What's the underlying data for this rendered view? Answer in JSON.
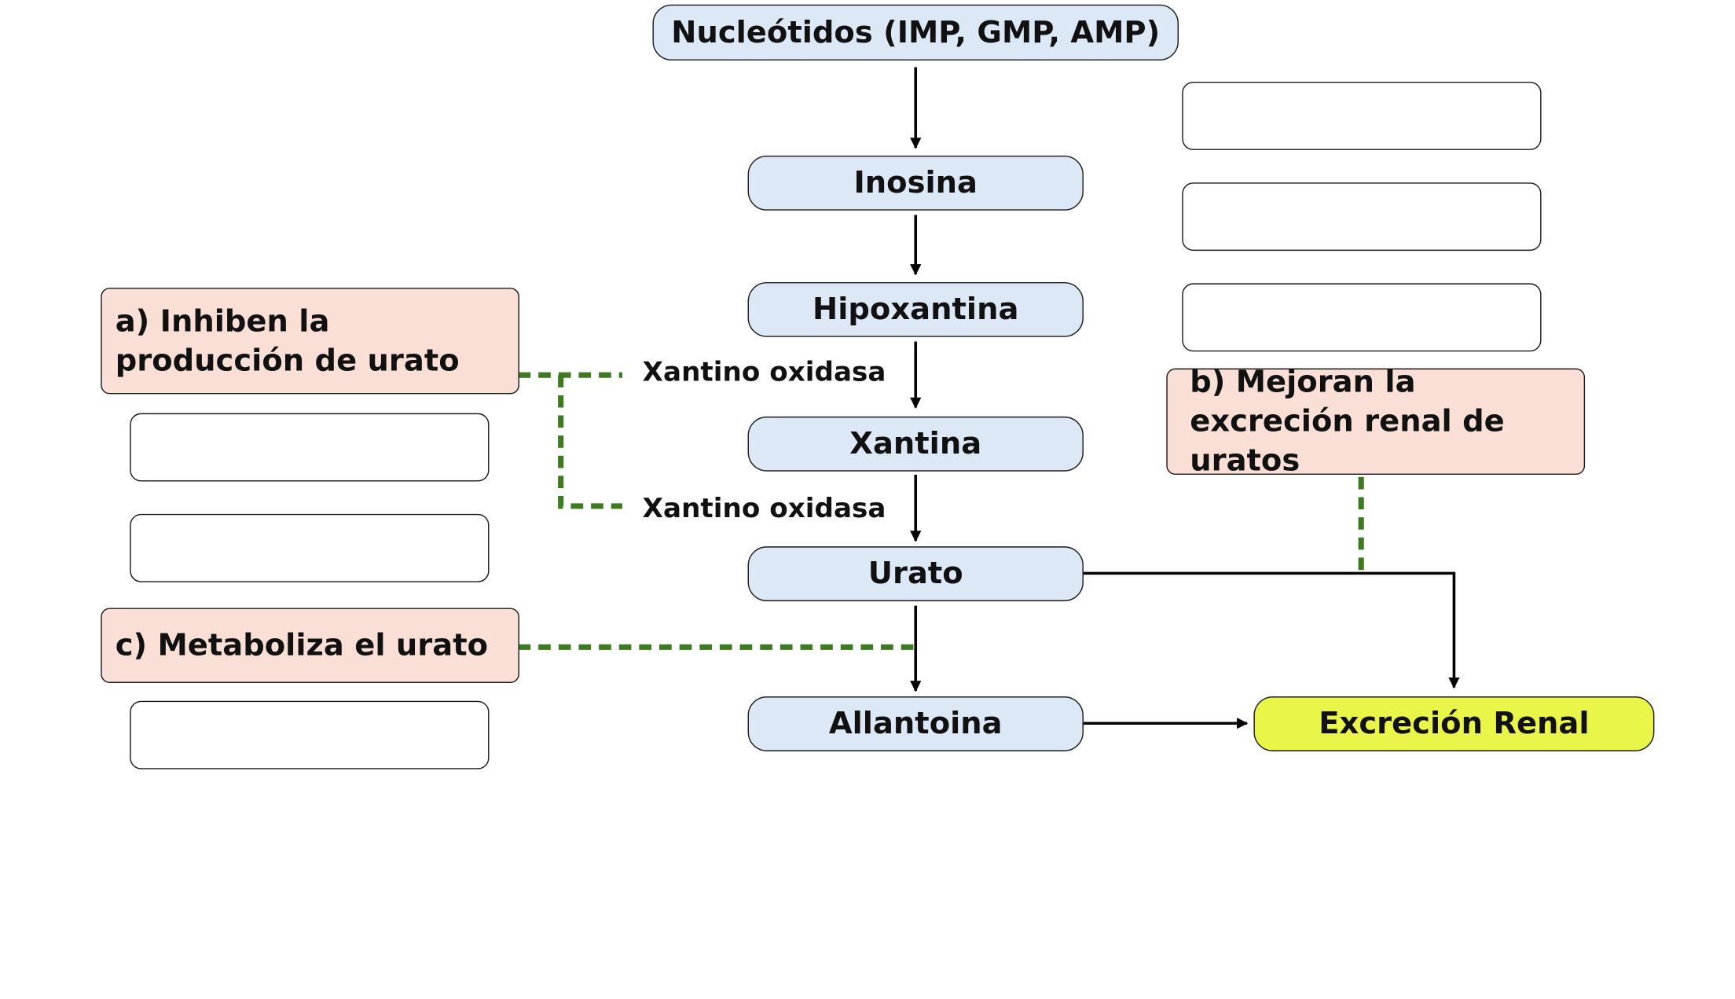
{
  "colors": {
    "node_fill": "#dce8f6",
    "category_fill": "#f9dfd5",
    "excretion_fill": "#eaf54a",
    "inhibition_dash": "#3d7a22",
    "arrow": "#000000"
  },
  "pathway": {
    "nucleotides": "Nucleótidos (IMP, GMP, AMP)",
    "inosine": "Inosina",
    "hypoxanthine": "Hipoxantina",
    "xanthine": "Xantina",
    "urate": "Urato",
    "allantoin": "Allantoina",
    "renal_excretion": "Excreción Renal"
  },
  "enzymes": {
    "step1": "Xantino oxidasa",
    "step2": "Xantino oxidasa"
  },
  "categories": {
    "a": "a) Inhiben la producción de urato",
    "b": "b) Mejoran la excreción renal de uratos",
    "c": "c) Metaboliza el urato"
  },
  "blank_slots": {
    "a_count": 2,
    "b_count": 3,
    "c_count": 1
  }
}
